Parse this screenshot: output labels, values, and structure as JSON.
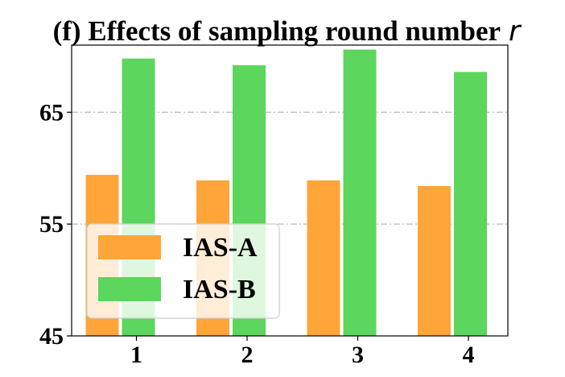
{
  "chart_data": {
    "type": "bar",
    "title": "(f) Effects of sampling round number",
    "title_variable": "r",
    "categories": [
      "1",
      "2",
      "3",
      "4"
    ],
    "series": [
      {
        "name": "IAS-A",
        "color": "#ffa539",
        "values": [
          59.4,
          58.9,
          58.9,
          58.4
        ]
      },
      {
        "name": "IAS-B",
        "color": "#5cd65c",
        "values": [
          69.8,
          69.2,
          70.6,
          68.6
        ]
      }
    ],
    "ylim": [
      45,
      71
    ],
    "yticks": [
      "45",
      "55",
      "65"
    ],
    "xlabel": "",
    "ylabel": "",
    "grid": "horizontal dash-dot",
    "legend_position": "lower-left"
  }
}
